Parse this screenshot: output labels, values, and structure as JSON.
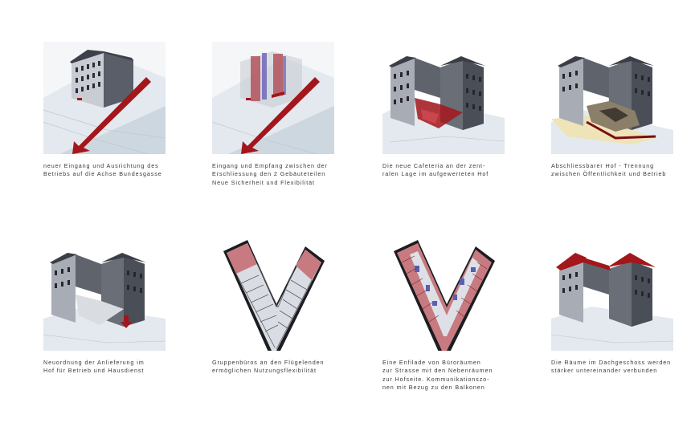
{
  "panels": [
    {
      "caption": "neuer Eingang und Ausrichtung des\nBetriebs auf die Achse Bundesgasse"
    },
    {
      "caption": "Eingang und Empfang zwischen der\nErschliessung den 2 Gebäuteteilen\nNeue Sicherheit und Flexibilität"
    },
    {
      "caption": "Die neue Cafeteria an der zent-\nralen Lage im aufgewerteten Hof"
    },
    {
      "caption": "Abschliessbarer Hof - Trennung\nzwischen Öffentlichkeit und Betrieb"
    },
    {
      "caption": "Neuordnung der Anlieferung im\nHof für Betrieb und Hausdienst"
    },
    {
      "caption": "Gruppenbüros an den Flügelenden\nermöglichen Nutzungsflexibilität"
    },
    {
      "caption": "Eine Enfilade von Büroräumen\nzur Strasse mit den Nebenräumen\nzur Hofseite. Kommunikationszo-\nnen mit Bezug zu den Balkonen"
    },
    {
      "caption": "Die Räume im Dachgeschoss werden\nstärker untereinander verbunden"
    }
  ],
  "colors": {
    "accent_red": "#a3161b",
    "ground": "#dfe6ec",
    "building": "#6b6f78",
    "highlight_blue": "#5a5fb0"
  }
}
